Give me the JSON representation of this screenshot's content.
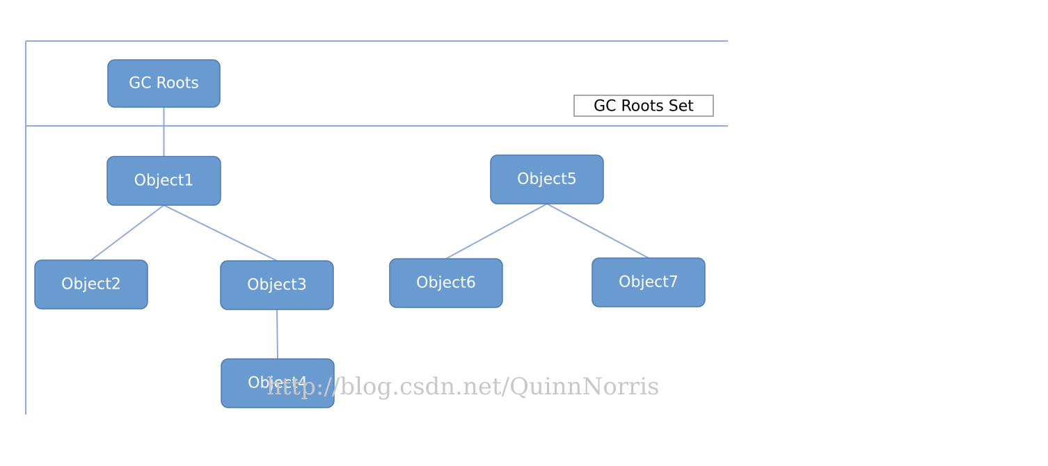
{
  "set_label": "GC Roots Set",
  "watermark": "http://blog.csdn.net/QuinnNorris",
  "colors": {
    "node_fill": "#6a9bd0",
    "node_stroke": "#4a7ab0",
    "line": "#8eaadb",
    "node_text": "#ffffff"
  },
  "nodes": [
    {
      "id": "gc-roots",
      "label": "GC Roots"
    },
    {
      "id": "object1",
      "label": "Object1"
    },
    {
      "id": "object2",
      "label": "Object2"
    },
    {
      "id": "object3",
      "label": "Object3"
    },
    {
      "id": "object4",
      "label": "Object4"
    },
    {
      "id": "object5",
      "label": "Object5"
    },
    {
      "id": "object6",
      "label": "Object6"
    },
    {
      "id": "object7",
      "label": "Object7"
    }
  ],
  "edges": [
    {
      "from": "gc-roots",
      "to": "object1"
    },
    {
      "from": "object1",
      "to": "object2"
    },
    {
      "from": "object1",
      "to": "object3"
    },
    {
      "from": "object3",
      "to": "object4"
    },
    {
      "from": "object5",
      "to": "object6"
    },
    {
      "from": "object5",
      "to": "object7"
    }
  ]
}
